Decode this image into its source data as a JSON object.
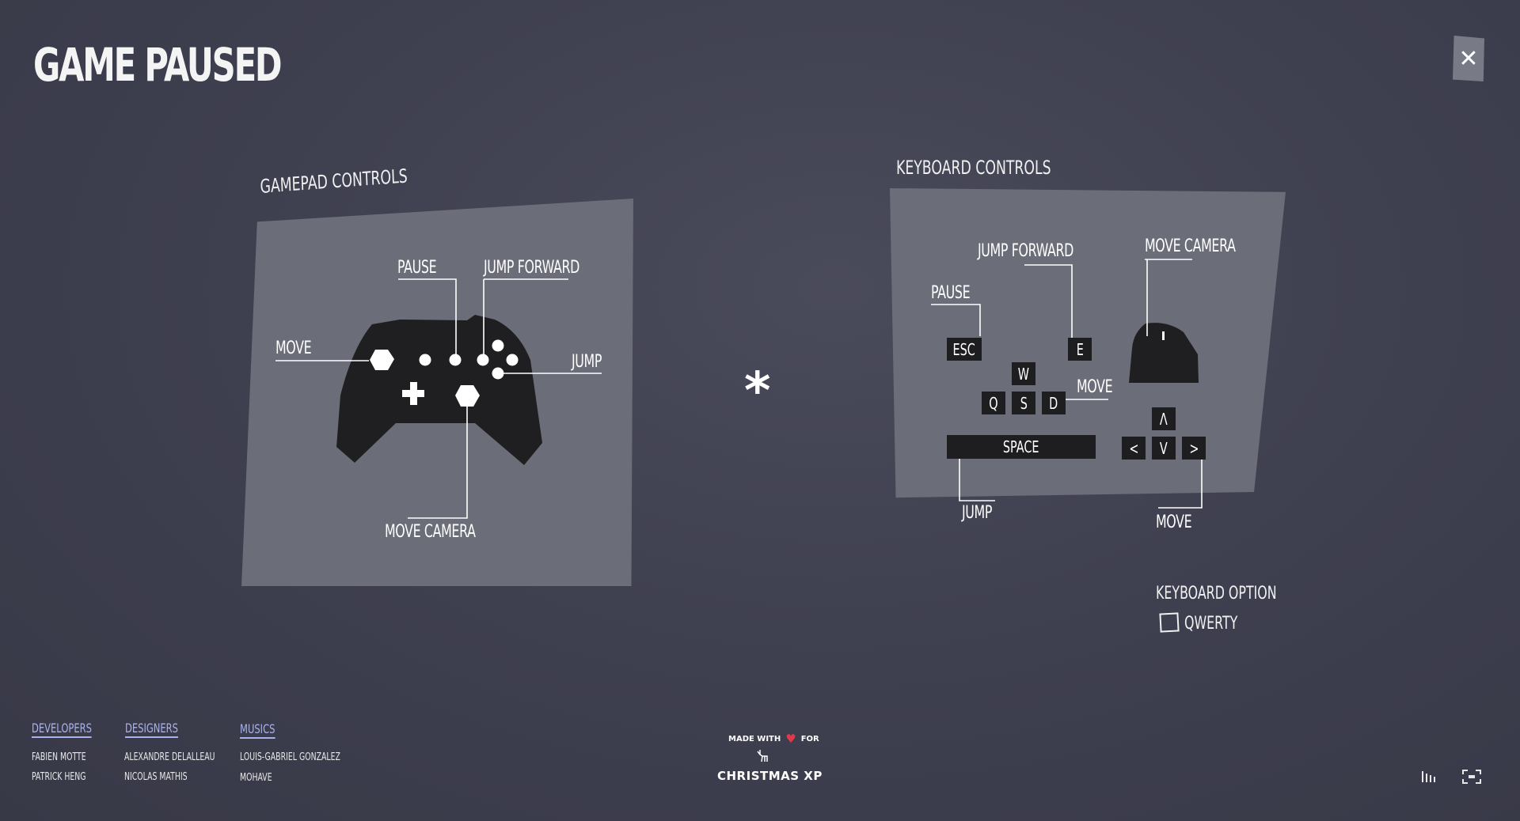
{
  "header": {
    "title": "GAME PAUSED",
    "close_symbol": "✕"
  },
  "gamepad": {
    "title": "GAMEPAD CONTROLS",
    "labels": {
      "pause": "PAUSE",
      "jump_forward": "JUMP FORWARD",
      "move": "MOVE",
      "jump": "JUMP",
      "move_camera": "MOVE CAMERA"
    }
  },
  "divider_symbol": "*",
  "keyboard": {
    "title": "KEYBOARD CONTROLS",
    "labels": {
      "jump_forward": "JUMP FORWARD",
      "move_camera": "MOVE CAMERA",
      "pause": "PAUSE",
      "move_keys": "MOVE",
      "jump": "JUMP",
      "move_arrows": "MOVE"
    },
    "keys": {
      "esc": "ESC",
      "e": "E",
      "w": "W",
      "q": "Q",
      "s": "S",
      "d": "D",
      "space": "SPACE",
      "up": "Λ",
      "left": "<",
      "down": "V",
      "right": ">"
    }
  },
  "keyboard_option": {
    "title": "KEYBOARD OPTION",
    "qwerty": "QWERTY",
    "checked": false
  },
  "credits": {
    "developers": {
      "heading": "DEVELOPERS",
      "names": [
        "FABIEN MOTTE",
        "PATRICK HENG"
      ]
    },
    "designers": {
      "heading": "DESIGNERS",
      "names": [
        "ALEXANDRE DELALLEAU",
        "NICOLAS MATHIS"
      ]
    },
    "musics": {
      "heading": "MUSICS",
      "names": [
        "LOUIS-GABRIEL GONZALEZ",
        "MOHAVE"
      ]
    }
  },
  "footer": {
    "made_with": "MADE WITH",
    "for": "FOR",
    "brand": "CHRISTMAS XP"
  },
  "icons": {
    "sound": "sound-bars-icon",
    "fullscreen": "fullscreen-icon"
  },
  "colors": {
    "background": "#3f4050",
    "panel": "#6b6d78",
    "accent": "#aab2ee",
    "heart": "#e0394a"
  }
}
